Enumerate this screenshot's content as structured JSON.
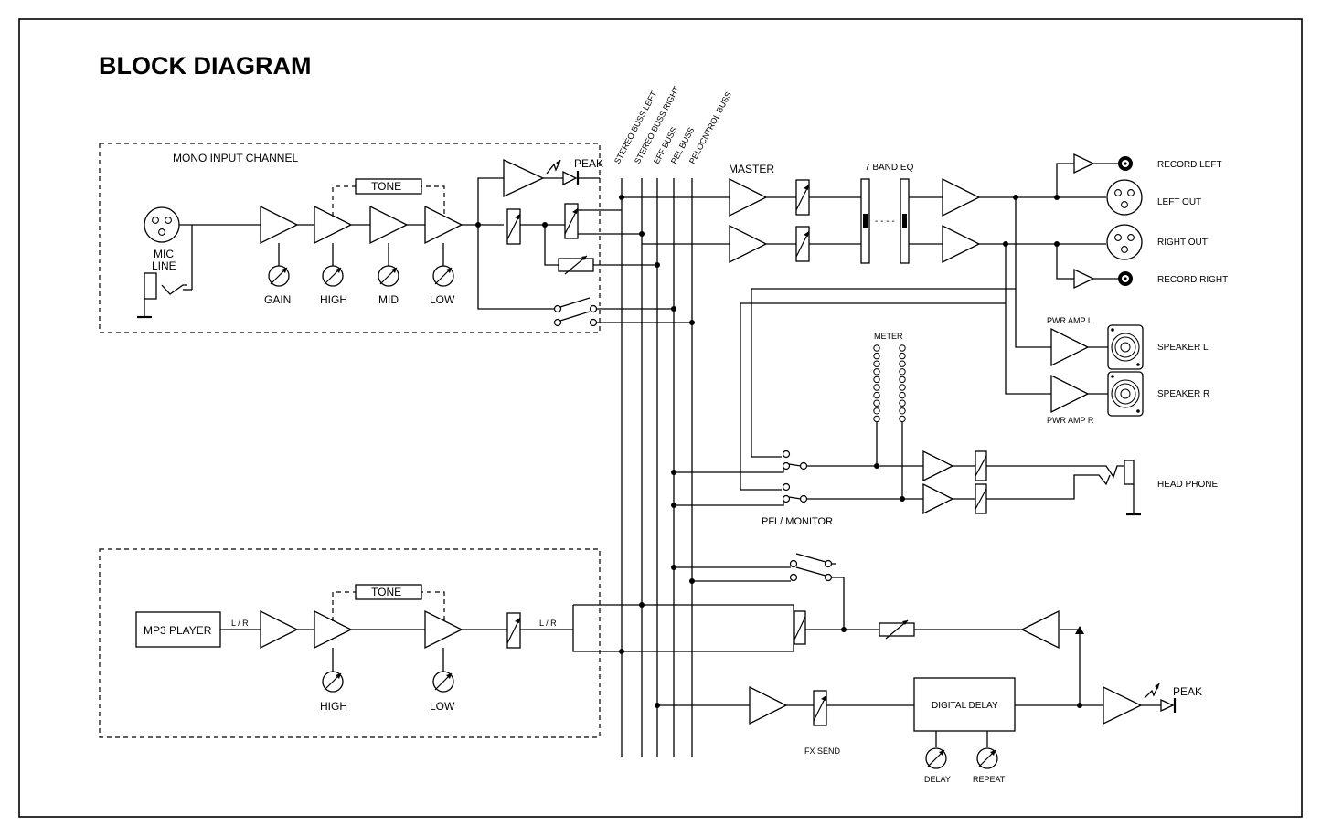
{
  "title": "BLOCK DIAGRAM",
  "sections": {
    "mono_input": "MONO INPUT CHANNEL",
    "tone": "TONE",
    "mic": "MIC",
    "line": "LINE",
    "gain": "GAIN",
    "high": "HIGH",
    "mid": "MID",
    "low": "LOW",
    "peak": "PEAK",
    "mp3_player": "MP3 PLAYER",
    "lr": "L / R"
  },
  "busses": [
    "STEREO BUSS LEFT",
    "STEREO BUSS RIGHT",
    "EFF BUSS",
    "PEL BUSS",
    "PELOCNTROL BUSS"
  ],
  "labels": {
    "master": "MASTER",
    "eq": "7 BAND EQ",
    "eq_gap": "- - - -",
    "record_left": "RECORD LEFT",
    "left_out": "LEFT   OUT",
    "right_out": "RIGHT  OUT",
    "record_right": "RECORD RIGHT",
    "pwr_amp_l": "PWR AMP L",
    "pwr_amp_r": "PWR AMP R",
    "speaker_l": "SPEAKER L",
    "speaker_r": "SPEAKER R",
    "meter": "METER",
    "head_phone": "HEAD PHONE",
    "pfl_monitor": "PFL/ MONITOR",
    "digital_delay": "DIGITAL   DELAY",
    "fx_send": "FX SEND",
    "delay": "DELAY",
    "repeat": "REPEAT",
    "peak": "PEAK"
  }
}
